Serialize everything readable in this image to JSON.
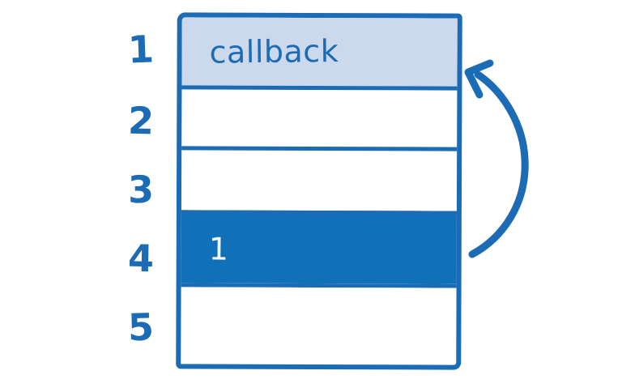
{
  "diagram": {
    "name": "callback-queue",
    "slots": [
      {
        "index": "1",
        "label": "callback"
      },
      {
        "index": "2",
        "label": ""
      },
      {
        "index": "3",
        "label": ""
      },
      {
        "index": "4",
        "label": "1"
      },
      {
        "index": "5",
        "label": ""
      }
    ],
    "arrow": {
      "from_slot": "4",
      "to_slot": "1",
      "direction": "up"
    },
    "colors": {
      "stroke": "#1b6cb5",
      "highlight_fill": "#1070b8",
      "header_fill": "#ccd8ec",
      "background": "#ffffff",
      "text_on_highlight": "#f5f8fc"
    }
  }
}
